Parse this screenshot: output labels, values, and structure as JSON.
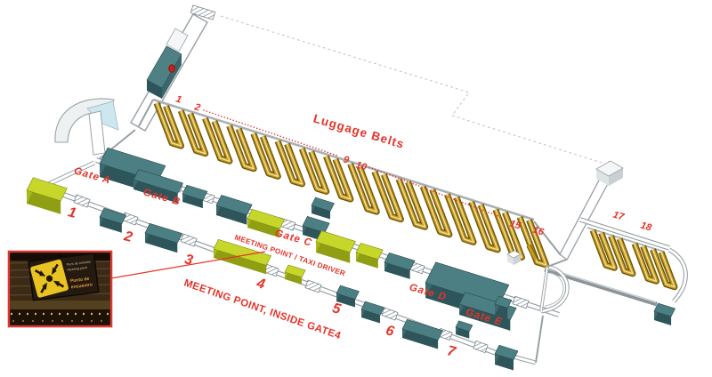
{
  "map": {
    "luggage_belts_label": "Luggage Belts",
    "belt_numbers": [
      "1",
      "2",
      "9",
      "10",
      "15",
      "16",
      "17",
      "18"
    ],
    "gate_labels": [
      "Gate A",
      "Gate B",
      "Gate C",
      "Gate D",
      "Gate E"
    ],
    "exit_numbers": [
      "1",
      "2",
      "3",
      "4",
      "5",
      "6",
      "7"
    ],
    "meeting_point_wall_note": "MEETING POINT / TAXI DRIVER",
    "meeting_point_main_note": "MEETING POINT, INSIDE GATE4"
  },
  "inset_photo": {
    "sign_line_1": "Punt de trobada",
    "sign_line_2": "Meeting point",
    "sign_line_3": "Punto de",
    "sign_line_4": "encuentro"
  },
  "colors": {
    "label_red": "#E5332A",
    "belt_gold": "#C79B17",
    "structure_teal": "#4C7F83",
    "highlight_chartreuse": "#C6D62B"
  }
}
